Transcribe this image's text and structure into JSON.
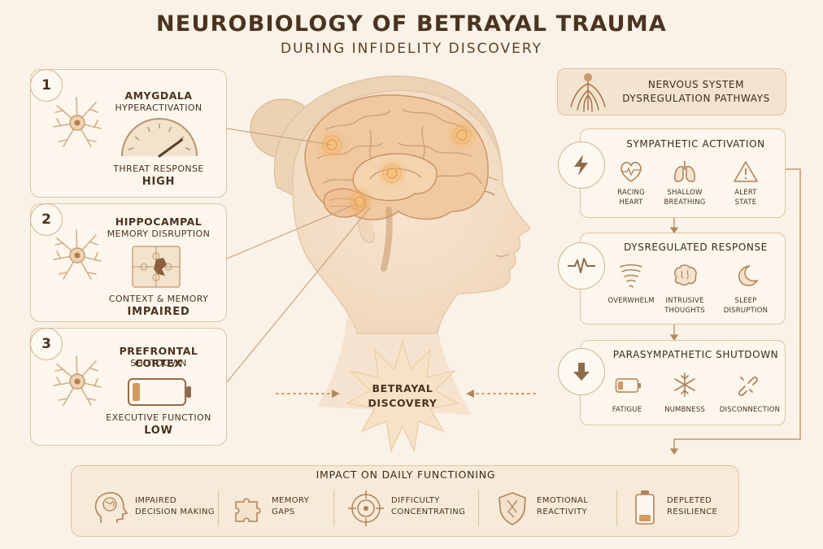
{
  "header": {
    "title": "NEUROBIOLOGY OF BETRAYAL TRAUMA",
    "subtitle": "DURING INFIDELITY DISCOVERY"
  },
  "left_cards": [
    {
      "number": "1",
      "title_line1": "AMYGDALA",
      "title_line2": "HYPERACTIVATION",
      "caption": "THREAT RESPONSE",
      "status": "HIGH",
      "visual": "gauge-icon",
      "gauge_level": 0.8
    },
    {
      "number": "2",
      "title_line1": "HIPPOCAMPAL",
      "title_line2": "MEMORY DISRUPTION",
      "caption": "CONTEXT & MEMORY",
      "status": "IMPAIRED",
      "visual": "puzzle-icon"
    },
    {
      "number": "3",
      "title_line1": "PREFRONTAL CORTEX",
      "title_line2": "SHUTDOWN",
      "caption": "EXECUTIVE FUNCTION",
      "status": "LOW",
      "visual": "battery-icon",
      "battery_level": 0.15
    }
  ],
  "center": {
    "burst_line1": "BETRAYAL",
    "burst_line2": "DISCOVERY"
  },
  "nervous_system": {
    "title_line1": "NERVOUS SYSTEM",
    "title_line2": "DYSREGULATION PATHWAYS",
    "icon": "spine-icon"
  },
  "pathways": [
    {
      "title": "SYMPATHETIC ACTIVATION",
      "icon": "lightning-icon",
      "items": [
        {
          "icon": "heart-icon",
          "line1": "RACING",
          "line2": "HEART"
        },
        {
          "icon": "lungs-icon",
          "line1": "SHALLOW",
          "line2": "BREATHING"
        },
        {
          "icon": "warning-icon",
          "line1": "ALERT",
          "line2": "STATE"
        }
      ]
    },
    {
      "title": "DYSREGULATED RESPONSE",
      "icon": "pulse-icon",
      "items": [
        {
          "icon": "tornado-icon",
          "line1": "OVERWHELM",
          "line2": ""
        },
        {
          "icon": "brain-icon",
          "line1": "INTRUSIVE",
          "line2": "THOUGHTS"
        },
        {
          "icon": "moon-icon",
          "line1": "SLEEP",
          "line2": "DISRUPTION"
        }
      ]
    },
    {
      "title": "PARASYMPATHETIC SHUTDOWN",
      "icon": "arrow-down-icon",
      "items": [
        {
          "icon": "battery-icon",
          "line1": "FATIGUE",
          "line2": ""
        },
        {
          "icon": "snowflake-icon",
          "line1": "NUMBNESS",
          "line2": ""
        },
        {
          "icon": "broken-link-icon",
          "line1": "DISCONNECTION",
          "line2": ""
        }
      ]
    }
  ],
  "impact": {
    "title": "IMPACT ON DAILY FUNCTIONING",
    "items": [
      {
        "icon": "head-brain-icon",
        "line1": "IMPAIRED",
        "line2": "DECISION MAKING"
      },
      {
        "icon": "puzzle-icon",
        "line1": "MEMORY",
        "line2": "GAPS"
      },
      {
        "icon": "target-icon",
        "line1": "DIFFICULTY",
        "line2": "CONCENTRATING"
      },
      {
        "icon": "cracked-shield-icon",
        "line1": "EMOTIONAL",
        "line2": "REACTIVITY"
      },
      {
        "icon": "low-battery-icon",
        "line1": "DEPLETED",
        "line2": "RESILIENCE"
      }
    ]
  },
  "colors": {
    "background": "#faf2e6",
    "card_border": "#dcc3a2",
    "accent": "#a8754a",
    "text": "#4a3320"
  }
}
